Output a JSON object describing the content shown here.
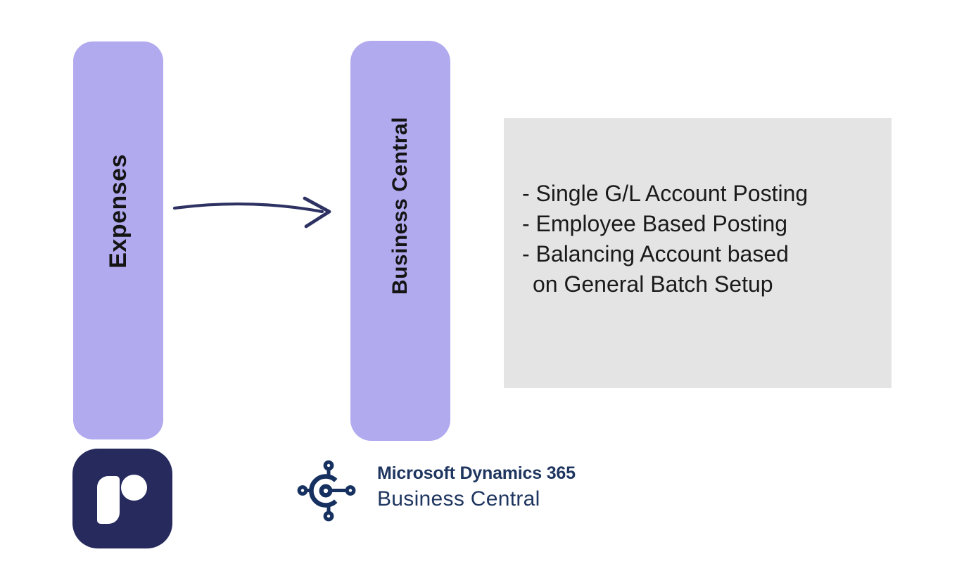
{
  "colors": {
    "pillar_purple": "#b1aaee",
    "features_box_gray": "#e5e4e4",
    "rydoo_navy": "#262a5d",
    "microsoft_navy": "#1e355f",
    "arrow_navy": "#2e3263"
  },
  "diagram": {
    "source_bar": {
      "label": "Expenses"
    },
    "target_bar": {
      "label": "Business Central"
    },
    "features_box": {
      "lines": [
        "- Single G/L Account Posting",
        "- Employee Based Posting",
        "- Balancing Account based",
        "on General Batch Setup"
      ]
    },
    "logos": {
      "source": {
        "name": "rydoo-app-icon"
      },
      "target": {
        "brand": "Microsoft Dynamics 365",
        "product": "Business Central"
      }
    }
  }
}
